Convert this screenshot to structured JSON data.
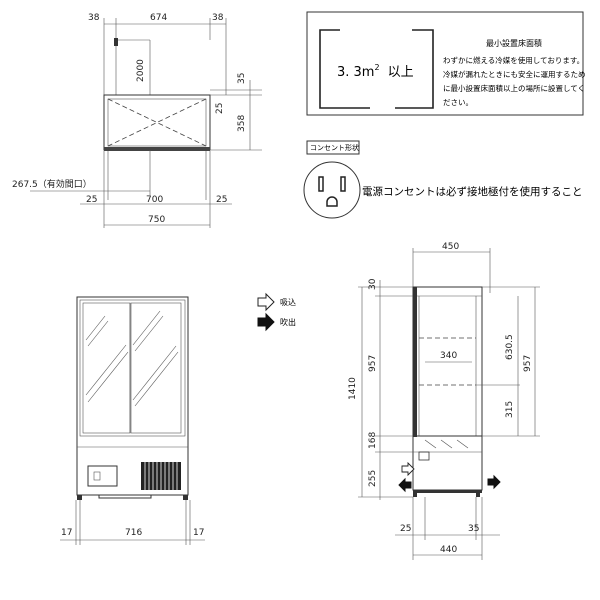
{
  "top_view": {
    "dims_top": [
      "38",
      "674",
      "38"
    ],
    "dim_2000": "2000",
    "dims_right": [
      "35",
      "25",
      "358"
    ],
    "effective_opening": "267.5（有効間口）",
    "dims_mid": [
      "25",
      "700",
      "25"
    ],
    "dim_total": "750"
  },
  "install_note": {
    "area_value": "3. 3m",
    "area_superscript": "2",
    "area_suffix": "以上",
    "title": "最小設置床面積",
    "text_lines": [
      "わずかに燃える冷媒を使用しております。",
      "冷媒が漏れたときにも安全に運用するため",
      "に最小設置床面積以上の場所に設置してく",
      "ださい。"
    ]
  },
  "outlet": {
    "label": "コンセント形状",
    "note": "電源コンセントは必ず接地極付を使用すること"
  },
  "legend": {
    "intake": "吸込",
    "exhaust": "吹出"
  },
  "front_view": {
    "dims_bottom": [
      "17",
      "716",
      "17"
    ]
  },
  "side_view": {
    "dim_width_top": "450",
    "dim_340": "340",
    "dims_left": [
      "30",
      "957",
      "168",
      "255"
    ],
    "dim_total_height": "1410",
    "dims_right": [
      "630.5",
      "957",
      "315"
    ],
    "dims_bottom": [
      "25",
      "35"
    ],
    "dim_width_bottom": "440"
  },
  "colors": {
    "line": "#333333",
    "fill_dark": "#222222"
  }
}
